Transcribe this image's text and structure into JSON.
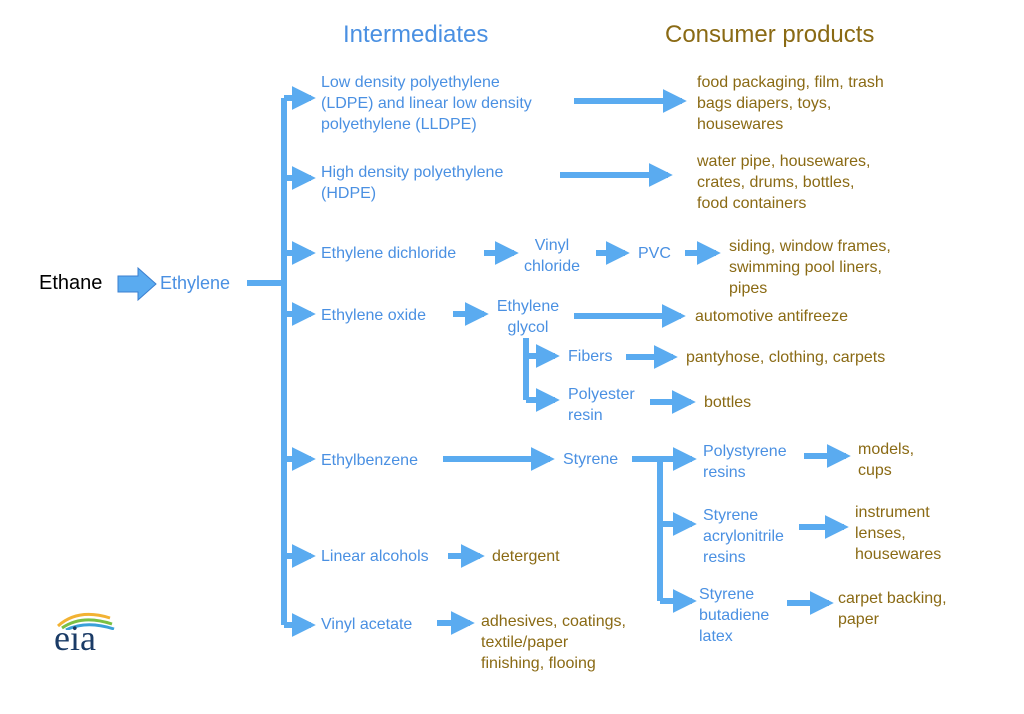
{
  "headers": {
    "intermediates": "Intermediates",
    "consumer_products": "Consumer products"
  },
  "ethane": "Ethane",
  "ethylene": "Ethylene",
  "ldpe": [
    "Low density polyethylene",
    "(LDPE) and linear low density",
    "polyethylene (LLDPE)"
  ],
  "ldpe_products": [
    "food packaging, film, trash",
    "bags diapers, toys,",
    "housewares"
  ],
  "hdpe": [
    "High density polyethylene",
    "(HDPE)"
  ],
  "hdpe_products": [
    "water pipe, housewares,",
    "crates, drums, bottles,",
    "food containers"
  ],
  "ethylene_dichloride": "Ethylene dichloride",
  "vinyl_chloride": [
    "Vinyl",
    "chloride"
  ],
  "pvc": "PVC",
  "pvc_products": [
    "siding, window frames,",
    "swimming pool liners,",
    "pipes"
  ],
  "ethylene_oxide": "Ethylene oxide",
  "ethylene_glycol": [
    "Ethylene",
    "glycol"
  ],
  "glycol_products": "automotive antifreeze",
  "fibers": "Fibers",
  "fibers_products": "pantyhose, clothing, carpets",
  "polyester_resin": [
    "Polyester",
    "resin"
  ],
  "polyester_products": "bottles",
  "ethylbenzene": "Ethylbenzene",
  "styrene": "Styrene",
  "polystyrene_resins": [
    "Polystyrene",
    "resins"
  ],
  "polystyrene_products": [
    "models,",
    "cups"
  ],
  "san_resins": [
    "Styrene",
    "acrylonitrile",
    "resins"
  ],
  "san_products": [
    "instrument",
    "lenses,",
    "housewares"
  ],
  "sb_latex": [
    "Styrene",
    "butadiene",
    "latex"
  ],
  "sb_products": [
    "carpet backing,",
    "paper"
  ],
  "linear_alcohols": "Linear alcohols",
  "detergent": "detergent",
  "vinyl_acetate": "Vinyl acetate",
  "vinyl_acetate_products": [
    "adhesives, coatings,",
    "textile/paper",
    "finishing, flooing"
  ],
  "logo": "eia",
  "colors": {
    "intermediate": "#4a90e2",
    "product": "#8a6a14",
    "arrow": "#5aabf0",
    "logo_blue": "#1a3b66"
  }
}
